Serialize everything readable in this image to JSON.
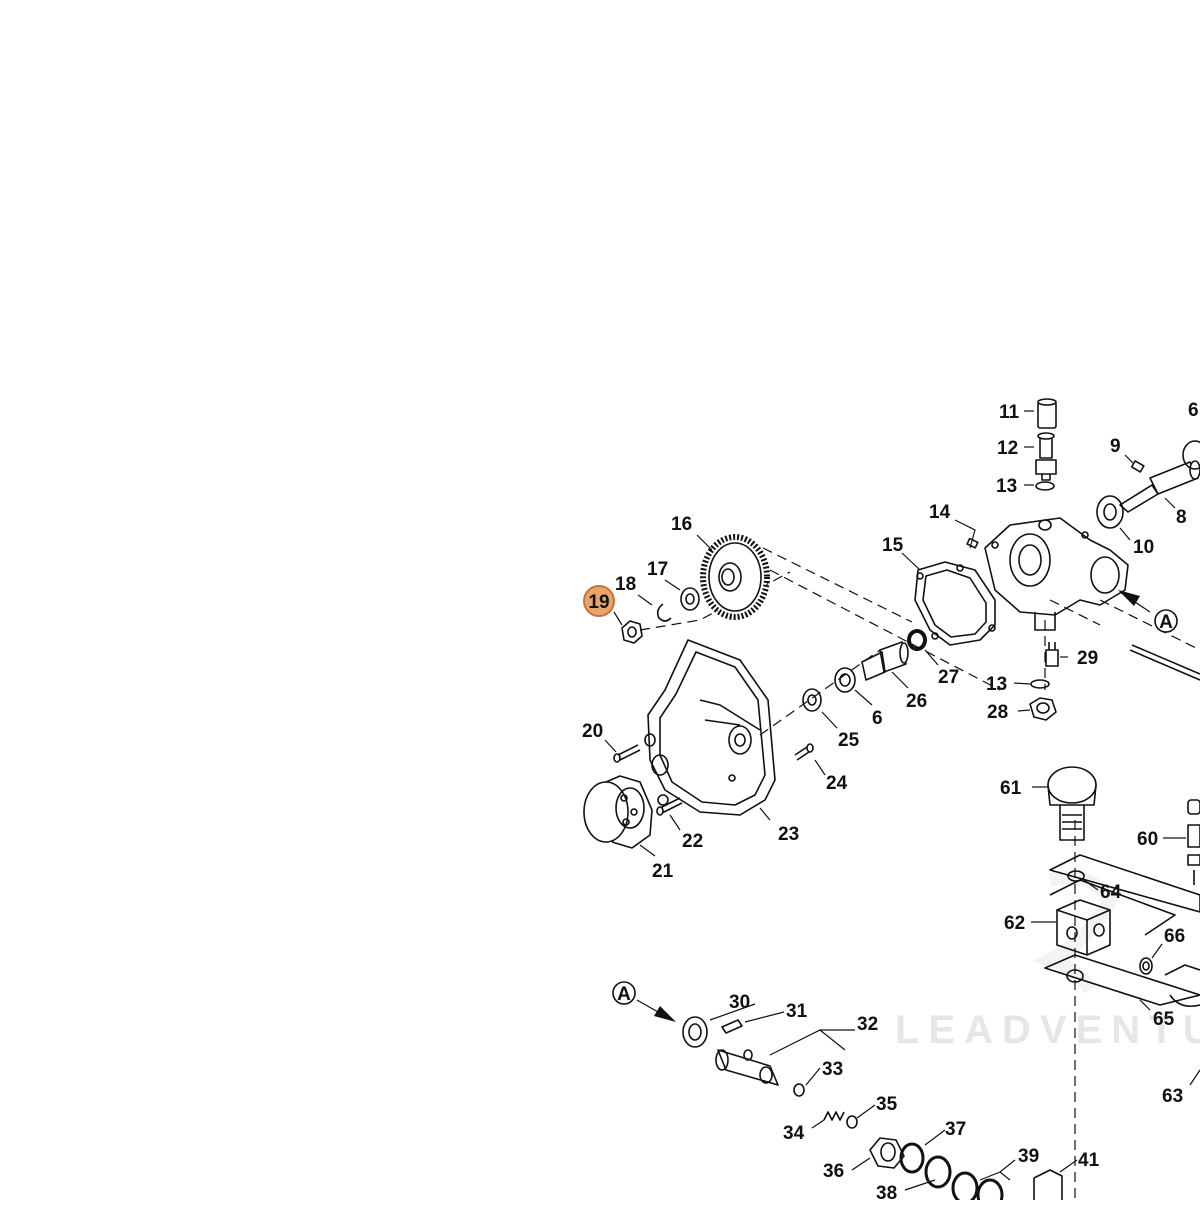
{
  "diagram": {
    "highlight_color": "#e8a46a",
    "highlight_stroke": "#c2773e",
    "highlighted_callout": "19",
    "watermark": "LEADVENTUR",
    "ref_marker": "A",
    "callouts": [
      "6",
      "6",
      "8",
      "9",
      "10",
      "11",
      "12",
      "13",
      "13",
      "14",
      "15",
      "16",
      "17",
      "18",
      "19",
      "20",
      "21",
      "22",
      "23",
      "24",
      "25",
      "26",
      "27",
      "28",
      "29",
      "30",
      "31",
      "32",
      "33",
      "34",
      "35",
      "36",
      "37",
      "38",
      "39",
      "41",
      "60",
      "61",
      "62",
      "63",
      "64",
      "65",
      "66"
    ]
  }
}
